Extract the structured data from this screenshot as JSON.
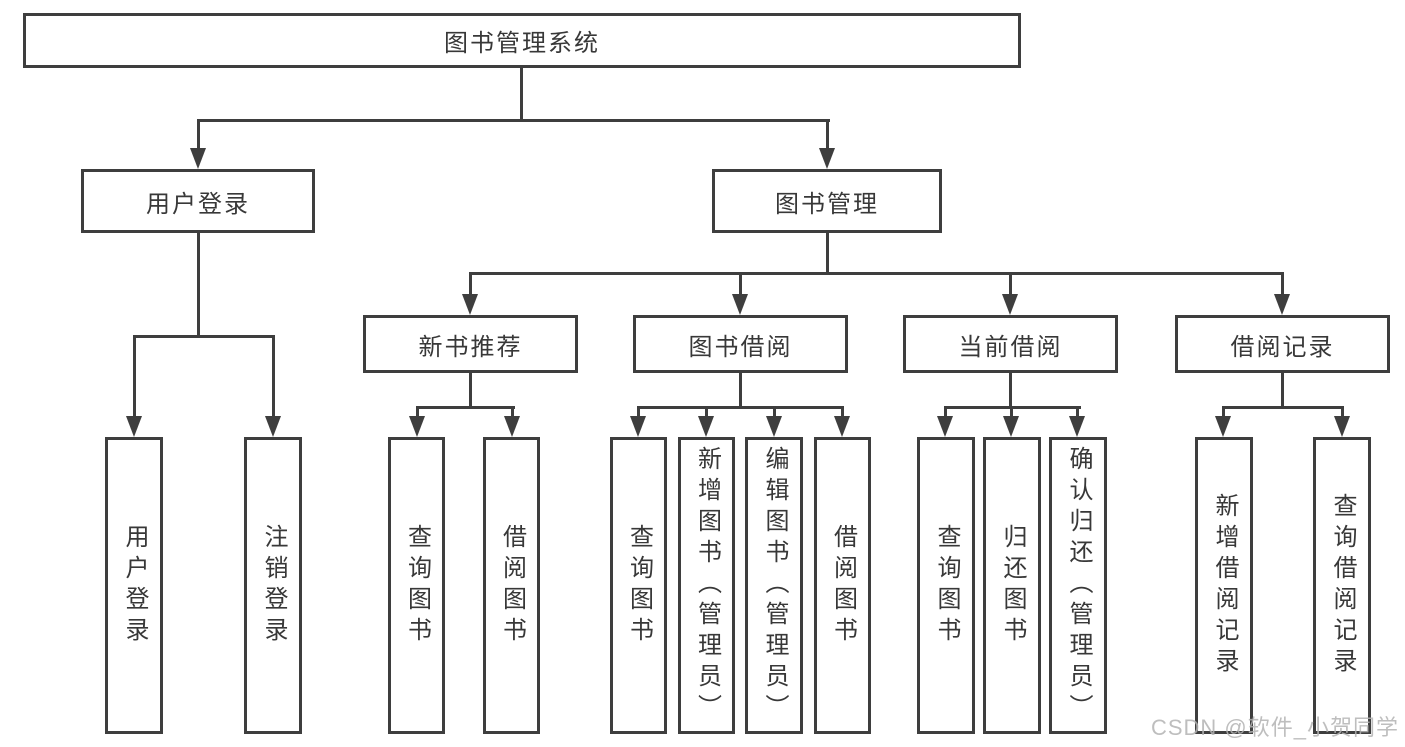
{
  "diagram": {
    "title": "图书管理系统",
    "type": "hierarchy-tree"
  },
  "tree": {
    "label": "图书管理系统",
    "children": [
      {
        "label": "用户登录",
        "children": [
          {
            "label": "用户登录"
          },
          {
            "label": "注销登录"
          }
        ]
      },
      {
        "label": "图书管理",
        "children": [
          {
            "label": "新书推荐",
            "children": [
              {
                "label": "查询图书"
              },
              {
                "label": "借阅图书"
              }
            ]
          },
          {
            "label": "图书借阅",
            "children": [
              {
                "label": "查询图书"
              },
              {
                "label": "新增图书（管理员）"
              },
              {
                "label": "编辑图书（管理员）"
              },
              {
                "label": "借阅图书"
              }
            ]
          },
          {
            "label": "当前借阅",
            "children": [
              {
                "label": "查询图书"
              },
              {
                "label": "归还图书"
              },
              {
                "label": "确认归还（管理员）"
              }
            ]
          },
          {
            "label": "借阅记录",
            "children": [
              {
                "label": "新增借阅记录"
              },
              {
                "label": "查询借阅记录"
              }
            ]
          }
        ]
      }
    ]
  },
  "watermark": "CSDN @软件_小贺同学",
  "colors": {
    "line": "#3e3e3e",
    "text": "#383838",
    "background": "#ffffff",
    "watermark": "#b3b3b3"
  }
}
